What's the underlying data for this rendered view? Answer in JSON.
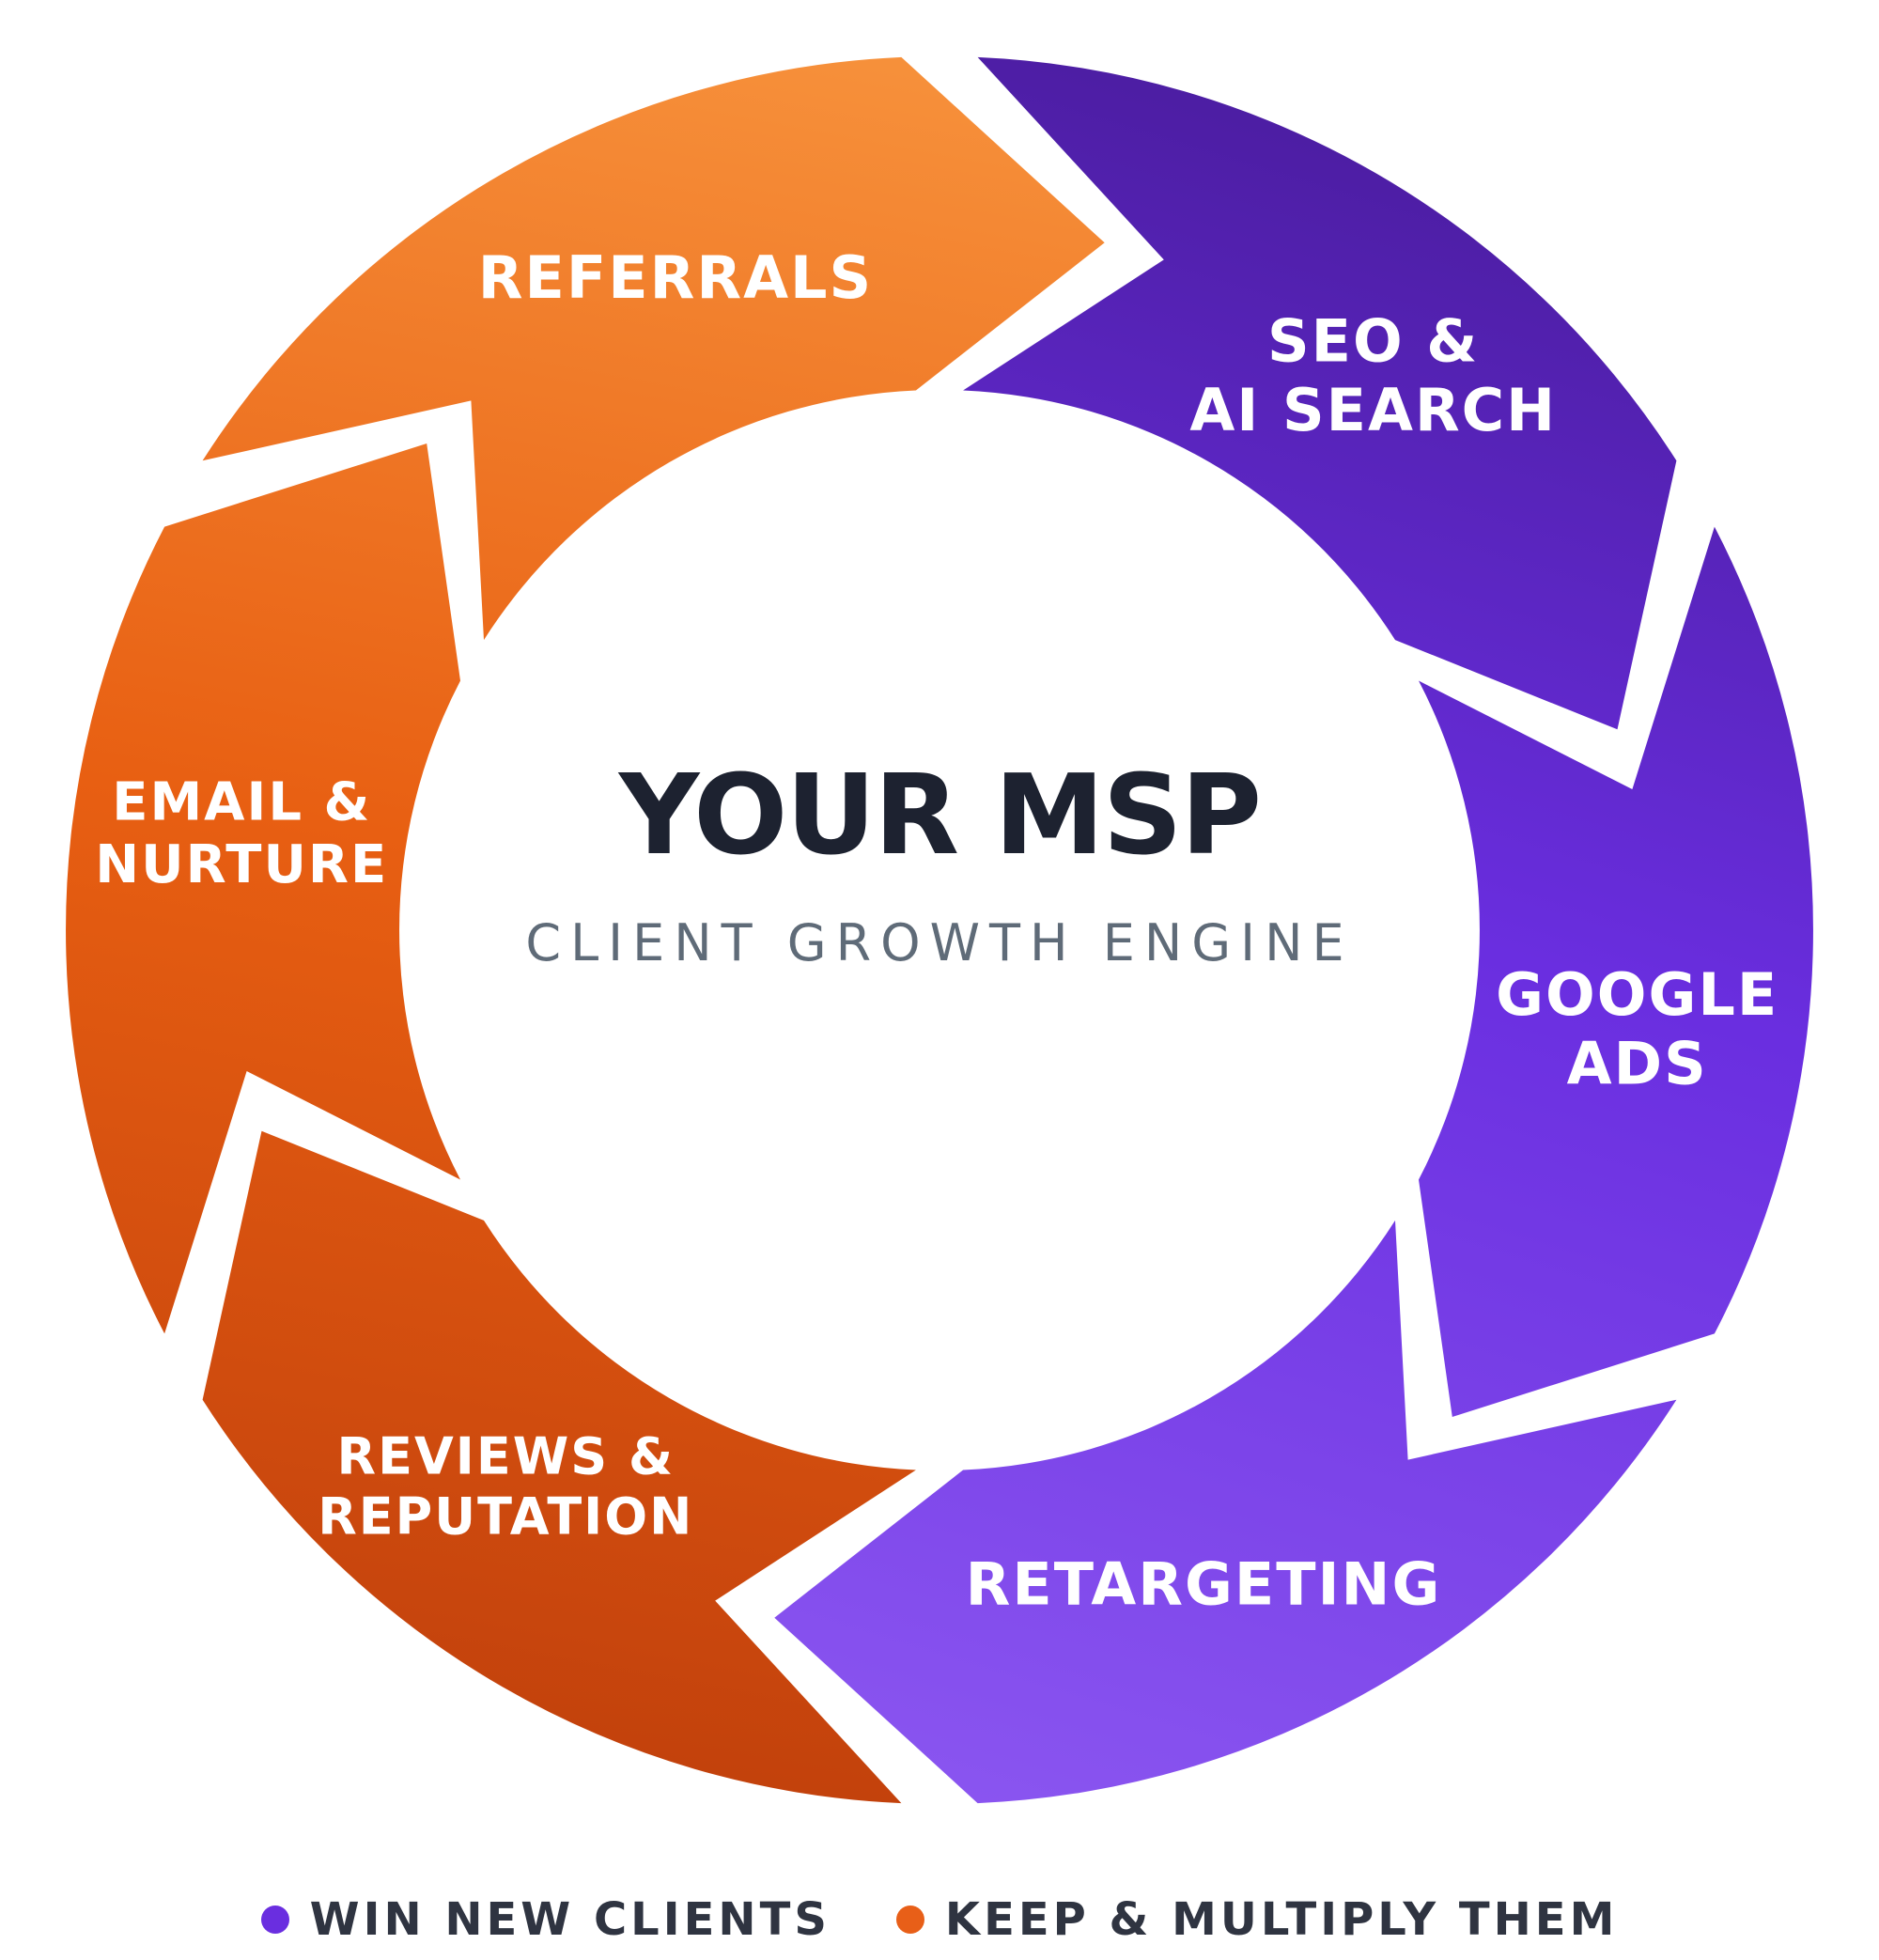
{
  "center": {
    "title": "YOUR MSP",
    "subtitle": "CLIENT GROWTH ENGINE"
  },
  "segments": [
    {
      "id": "seo",
      "lines": [
        "SEO &",
        "AI SEARCH"
      ],
      "group": "win"
    },
    {
      "id": "google-ads",
      "lines": [
        "GOOGLE",
        "ADS"
      ],
      "group": "win"
    },
    {
      "id": "retargeting",
      "lines": [
        "RETARGETING"
      ],
      "group": "win"
    },
    {
      "id": "reviews",
      "lines": [
        "REVIEWS &",
        "REPUTATION"
      ],
      "group": "keep"
    },
    {
      "id": "email",
      "lines": [
        "EMAIL &",
        "NURTURE"
      ],
      "group": "keep"
    },
    {
      "id": "referrals",
      "lines": [
        "REFERRALS"
      ],
      "group": "keep"
    }
  ],
  "legend": [
    {
      "label": "WIN NEW CLIENTS",
      "color": "#6a2ee0"
    },
    {
      "label": "KEEP & MULTIPLY THEM",
      "color": "#e85f18"
    }
  ],
  "colors": {
    "purple_dark": "#4a1c9e",
    "purple_light": "#8a55f0",
    "orange_light": "#f7923c",
    "orange_dark": "#c2410c",
    "title": "#1d2230",
    "subtitle": "#5f6b78"
  }
}
